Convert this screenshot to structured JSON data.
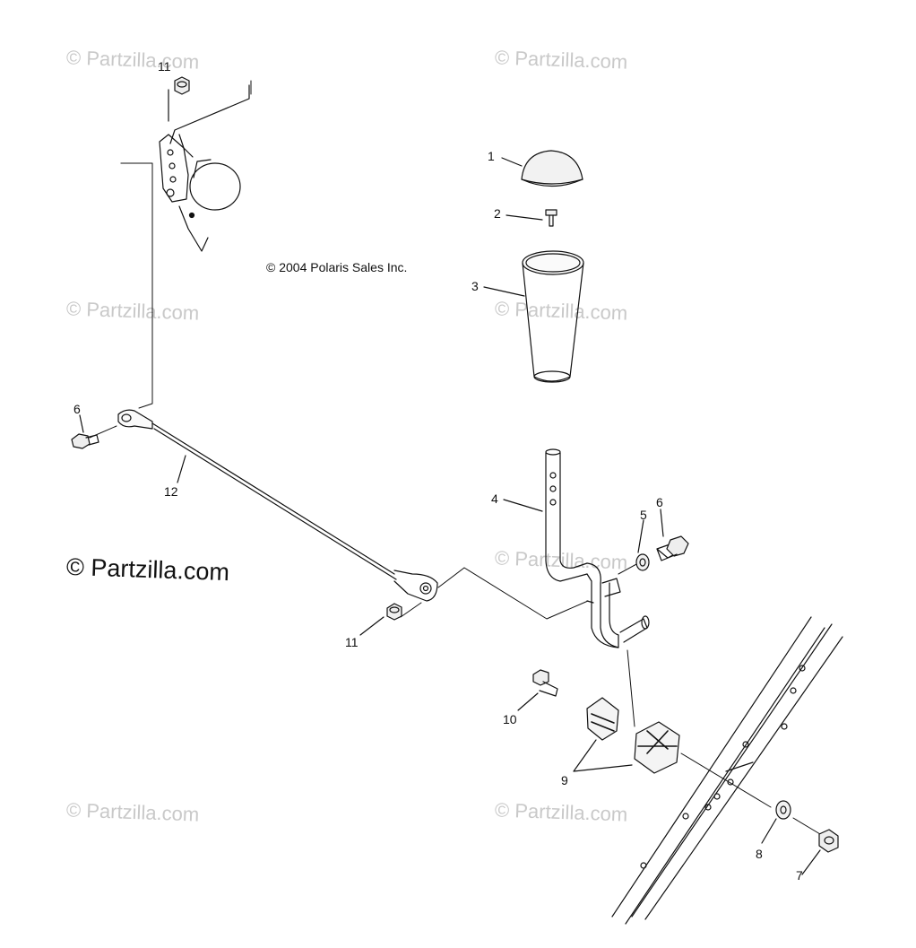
{
  "watermarks": {
    "text": "© Partzilla.com",
    "featured": "© Partzilla.com"
  },
  "copyright": "© 2004 Polaris Sales Inc.",
  "callouts": {
    "c1": "1",
    "c2": "2",
    "c3": "3",
    "c4": "4",
    "c5": "5",
    "c6a": "6",
    "c6b": "6",
    "c7": "7",
    "c8": "8",
    "c9": "9",
    "c10": "10",
    "c11a": "11",
    "c11b": "11",
    "c12": "12"
  }
}
